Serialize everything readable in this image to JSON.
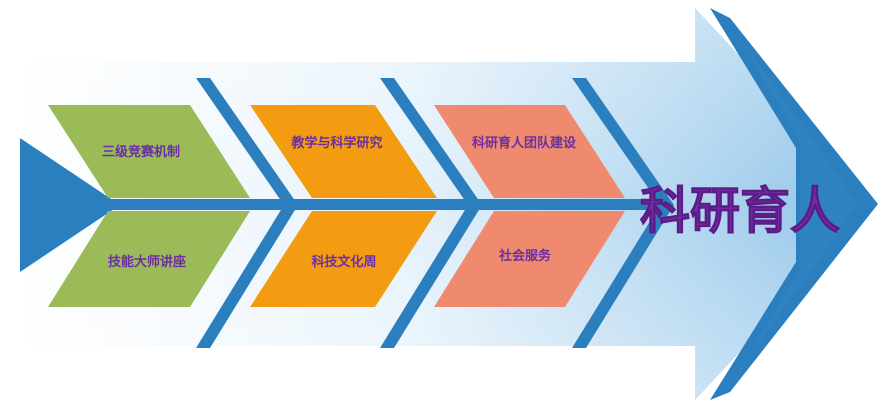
{
  "diagram": {
    "goal": "科研育人",
    "groups": [
      {
        "upper": "三级竞赛机制",
        "lower": "技能大师讲座",
        "color": "#9bbb59"
      },
      {
        "upper": "教学与科学研究",
        "lower": "科技文化周",
        "color": "#f39c12"
      },
      {
        "upper": "科研育人团队建设",
        "lower": "社会服务",
        "color": "#f08a6e"
      }
    ],
    "colors": {
      "spine": "#2b7fbf",
      "arrow_light": "#ffffff",
      "arrow_mid": "#dceefa",
      "arrow_dark": "#8ec3e8",
      "text": "#6b2fa0"
    }
  }
}
